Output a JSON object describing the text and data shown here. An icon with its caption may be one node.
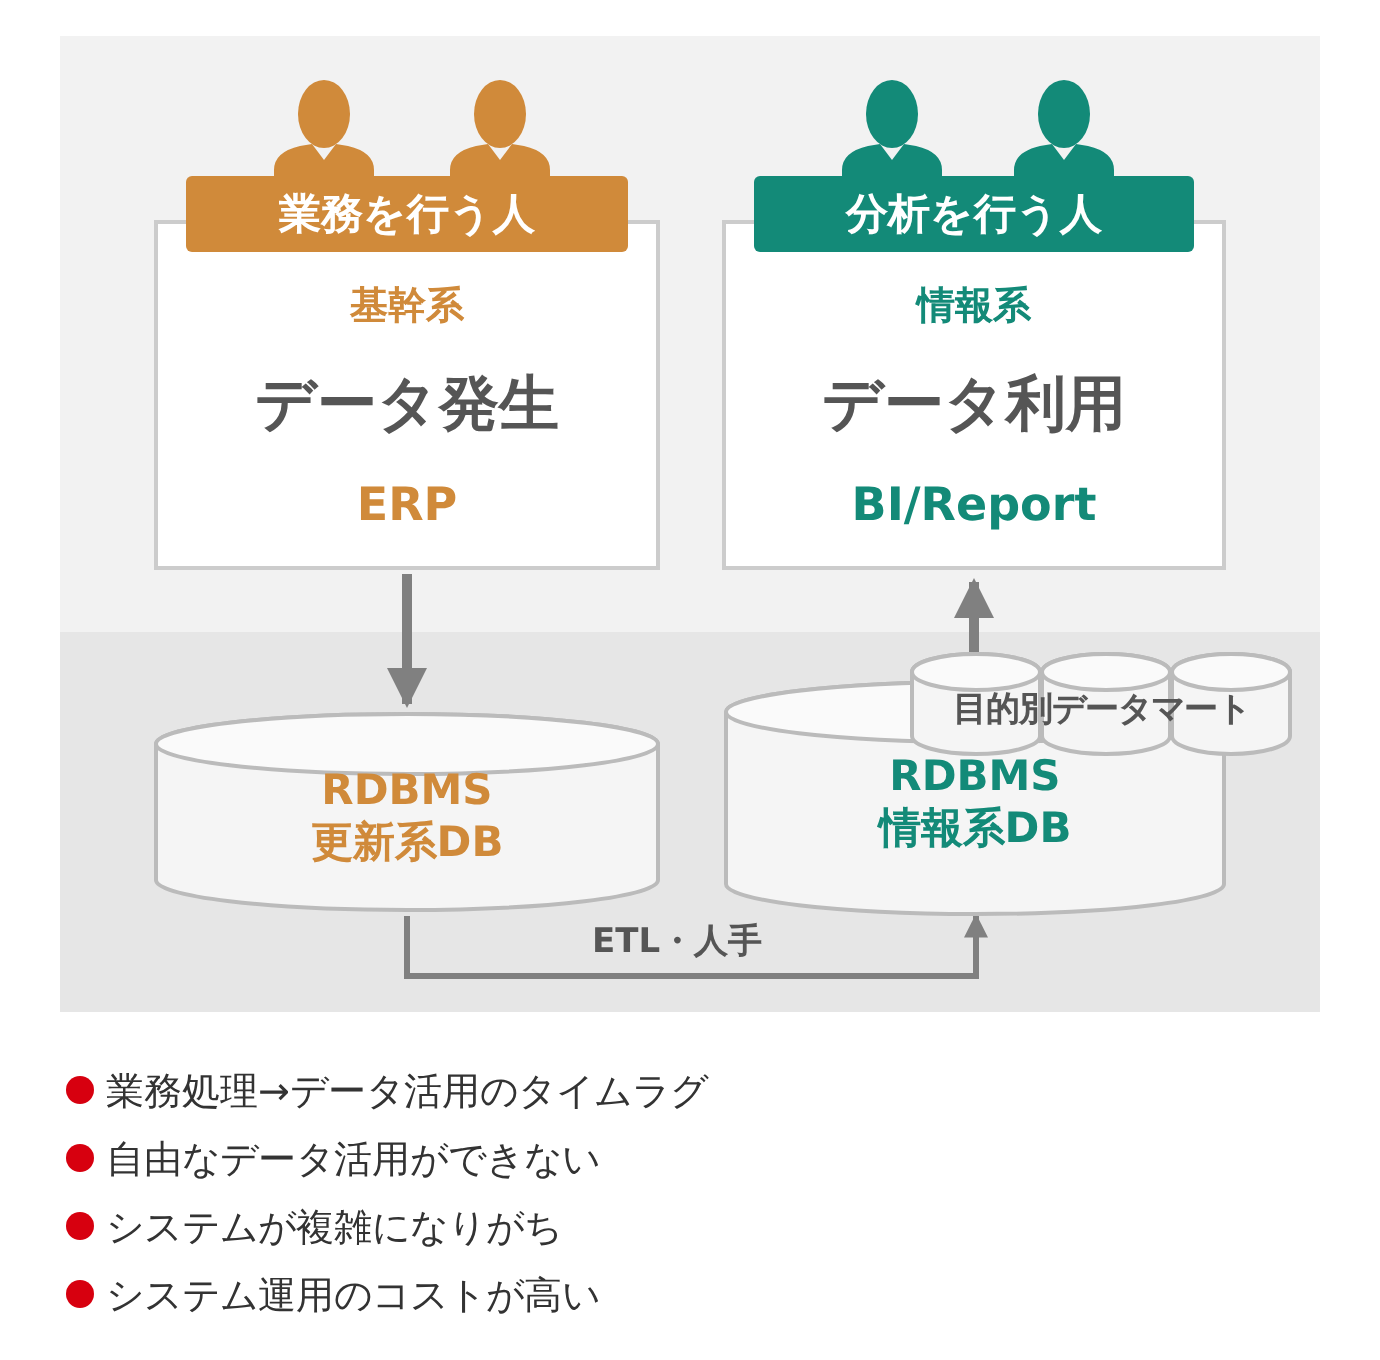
{
  "diagram": {
    "nodes": [
      {
        "text": [
          "業務を行う人",
          "基幹系",
          "データ発生",
          "ERP"
        ]
      },
      {
        "text": [
          "分析を行う人",
          "情報系",
          "データ利用",
          "BI/Report"
        ]
      },
      {
        "text": [
          "RDBMS 更新系DB"
        ]
      },
      {
        "text": [
          "RDBMS 情報系DB"
        ]
      },
      {
        "text": [
          "目的別データマート"
        ]
      }
    ],
    "edges": [
      {
        "from": 0,
        "to": 2,
        "arrow": "to"
      },
      {
        "from": 4,
        "to": 1,
        "arrow": "to"
      },
      {
        "from": 2,
        "to": 3,
        "arrow": "to",
        "label": "ETL・人手"
      }
    ],
    "labels": [
      "業務処理→データ活用のタイムラグ",
      "自由なデータ活用ができない",
      "システムが複雑になりがち",
      "システム運用のコストが高い"
    ]
  }
}
